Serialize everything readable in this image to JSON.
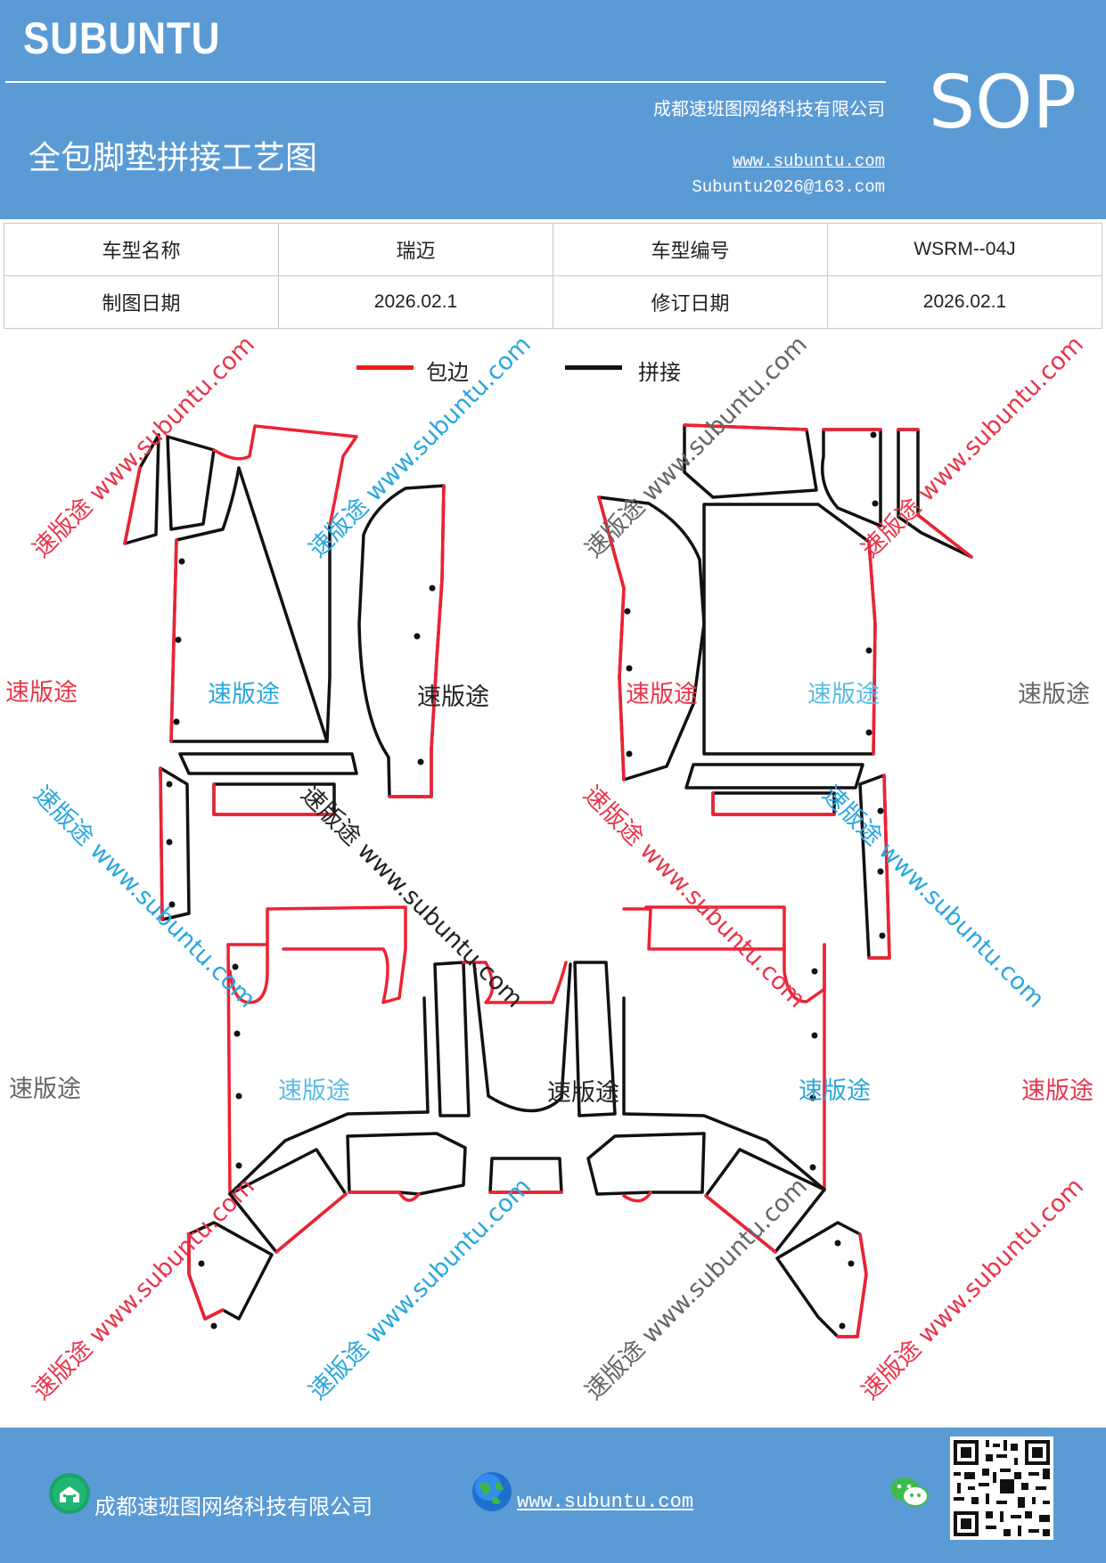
{
  "header": {
    "brand": "SUBUNTU",
    "company": "成都速班图网络科技有限公司",
    "title": "全包脚垫拼接工艺图",
    "website": "www.subuntu.com",
    "email": "Subuntu2026@163.com",
    "badge": "SOP"
  },
  "info_table": {
    "row1": {
      "label1": "车型名称",
      "value1": "瑞迈",
      "label2": "车型编号",
      "value2": "WSRM--04J"
    },
    "row2": {
      "label1": "制图日期",
      "value1": "2026.02.1",
      "label2": "修订日期",
      "value2": "2026.02.1"
    }
  },
  "legend": {
    "items": [
      {
        "label": "包边",
        "color": "#ee1c1c"
      },
      {
        "label": "拼接",
        "color": "#111111"
      }
    ]
  },
  "watermarks": {
    "brand": "速版途",
    "url": "www.subuntu.com",
    "diagonal": "速版途 www.subuntu.com",
    "colors": {
      "red": "#e8364b",
      "blue": "#2aa7de",
      "light_blue": "#5bbbe6",
      "gray": "#666666",
      "black": "#222222"
    }
  },
  "footer": {
    "company": "成都速班图网络科技有限公司",
    "website": "www.subuntu.com ",
    "icons": [
      "building-icon",
      "globe-icon",
      "wechat-icon",
      "qr-code"
    ]
  }
}
